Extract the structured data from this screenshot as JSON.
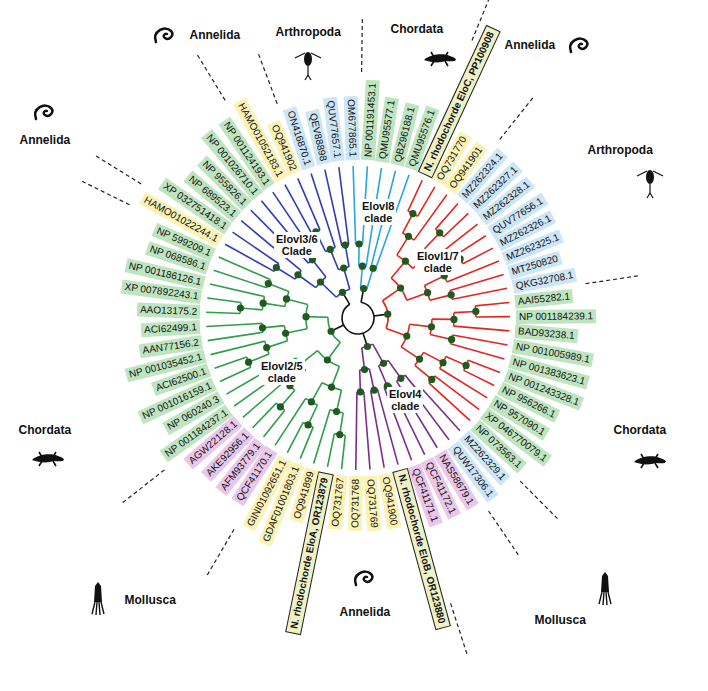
{
  "diagram": {
    "nodes": [
      {
        "text": [
          "OM677865.1"
        ]
      },
      {
        "text": [
          "NP 001191453.1"
        ]
      },
      {
        "text": [
          "QMU95577.1"
        ]
      },
      {
        "text": [
          "QBZ96188.1"
        ]
      },
      {
        "text": [
          "QMU95576.1"
        ]
      },
      {
        "text": [
          "N. rhodochorde EloC, PP100908"
        ]
      },
      {
        "text": [
          "OQ731770"
        ]
      },
      {
        "text": [
          "OQ941901"
        ]
      },
      {
        "text": [
          "MZ262324.1"
        ]
      },
      {
        "text": [
          "MZ262327.1"
        ]
      },
      {
        "text": [
          "MZ262328.1"
        ]
      },
      {
        "text": [
          "QUV77656.1"
        ]
      },
      {
        "text": [
          "MZ262326.1"
        ]
      },
      {
        "text": [
          "MZ262325.1"
        ]
      },
      {
        "text": [
          "MT250820"
        ]
      },
      {
        "text": [
          "QKG32708.1"
        ]
      },
      {
        "text": [
          "AAI55282.1"
        ]
      },
      {
        "text": [
          "NP 001184239.1"
        ]
      },
      {
        "text": [
          "BAD93238.1"
        ]
      },
      {
        "text": [
          "NP 001005989.1"
        ]
      },
      {
        "text": [
          "NP 001383623.1"
        ]
      },
      {
        "text": [
          "NP 001243328.1"
        ]
      },
      {
        "text": [
          "NP 956266.1"
        ]
      },
      {
        "text": [
          "NP 957090.1"
        ]
      },
      {
        "text": [
          "XP 046770079.1"
        ]
      },
      {
        "text": [
          "NP 073563.1"
        ]
      },
      {
        "text": [
          "MZ262329.1"
        ]
      },
      {
        "text": [
          "QUW17306.1"
        ]
      },
      {
        "text": [
          "NAS58679.1"
        ]
      },
      {
        "text": [
          "QCF41172.1"
        ]
      },
      {
        "text": [
          "QCF41171.1"
        ]
      },
      {
        "text": [
          "N. rhodochorde EloB, OR123880"
        ]
      },
      {
        "text": [
          "OQ941900"
        ]
      },
      {
        "text": [
          "OQ731769"
        ]
      },
      {
        "text": [
          "OQ731768"
        ]
      },
      {
        "text": [
          "OQ731767"
        ]
      },
      {
        "text": [
          "N. rhodochorde EloA, OR123879"
        ]
      },
      {
        "text": [
          "OQ941899"
        ]
      },
      {
        "text": [
          "GDAF01001803.1"
        ]
      },
      {
        "text": [
          "GINI01092651.1"
        ]
      },
      {
        "text": [
          "QCF41170.1"
        ]
      },
      {
        "text": [
          "AFM93779.1"
        ]
      },
      {
        "text": [
          "AKE92956.1"
        ]
      },
      {
        "text": [
          "AGW22128.1"
        ]
      },
      {
        "text": [
          "NP 001184237.1"
        ]
      },
      {
        "text": [
          "NP 060240.3"
        ]
      },
      {
        "text": [
          "NP 001016159.1"
        ]
      },
      {
        "text": [
          "ACI62500.1"
        ]
      },
      {
        "text": [
          "NP 001035452.1"
        ]
      },
      {
        "text": [
          "AAN77156.2"
        ]
      },
      {
        "text": [
          "ACI62499.1"
        ]
      },
      {
        "text": [
          "AAO13175.2"
        ]
      },
      {
        "text": [
          "XP 007892243.1"
        ]
      },
      {
        "text": [
          "NP 001186126.1"
        ]
      },
      {
        "text": [
          "NP 068586.1"
        ]
      },
      {
        "text": [
          "NP 599209.1"
        ]
      },
      {
        "text": [
          "HAMO01022244.1"
        ]
      },
      {
        "text": [
          "XP 032751418.1"
        ]
      },
      {
        "text": [
          "NP 689523.1"
        ]
      },
      {
        "text": [
          "NP 955826.1"
        ]
      },
      {
        "text": [
          "NP 001026710.1"
        ]
      },
      {
        "text": [
          "NP 001124193.1"
        ]
      },
      {
        "text": [
          "HAMO01052183.1"
        ]
      },
      {
        "text": [
          "OQ941902"
        ]
      },
      {
        "text": [
          "ON416870.1"
        ]
      },
      {
        "text": [
          "QEV88898"
        ]
      },
      {
        "text": [
          "QUV77657.1"
        ]
      }
    ],
    "labels": [
      "Elovl3/6 Clade",
      "Elovl8 clade",
      "Elovl1/7 clade",
      "Elovl4 clade",
      "Elovl2/5 clade",
      "Annelida",
      "Arthropoda",
      "Chordata",
      "Annelida",
      "Arthropoda",
      "Chordata",
      "Mollusca",
      "Annelida",
      "Mollusca",
      "Chordata",
      "Annelida"
    ]
  }
}
